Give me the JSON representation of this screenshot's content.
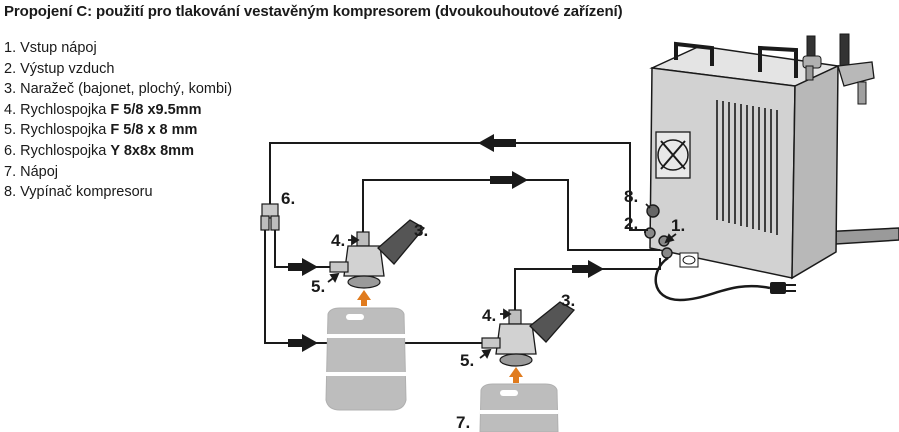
{
  "title": "Propojení C: použití pro tlakování vestavěným kompresorem (dvoukouhoutové zařízení)",
  "legend": [
    {
      "num": "1.",
      "text": "Vstup nápoj",
      "bold": ""
    },
    {
      "num": "2.",
      "text": "Výstup vzduch",
      "bold": ""
    },
    {
      "num": "3.",
      "text": "Naražeč (bajonet, plochý, kombi)",
      "bold": ""
    },
    {
      "num": "4.",
      "text": "Rychlospojka ",
      "bold": "F 5/8 x9.5mm"
    },
    {
      "num": "5.",
      "text": "Rychlospojka ",
      "bold": "F 5/8 x 8 mm"
    },
    {
      "num": "6.",
      "text": "Rychlospojka ",
      "bold": "Y 8x8x 8mm"
    },
    {
      "num": "7.",
      "text": "Nápoj",
      "bold": ""
    },
    {
      "num": "8.",
      "text": "Vypínač kompresoru",
      "bold": ""
    }
  ],
  "labels": {
    "l1": "1.",
    "l2": "2.",
    "l8": "8.",
    "l6": "6.",
    "l4a": "4.",
    "l3a": "3.",
    "l5a": "5.",
    "l4b": "4.",
    "l3b": "3.",
    "l5b": "5.",
    "l7": "7."
  },
  "colors": {
    "line": "#1a1a1a",
    "keg": "#bdbdbd",
    "cooler": "#cfcfcf",
    "flow_arrow": "#e07b1e"
  }
}
